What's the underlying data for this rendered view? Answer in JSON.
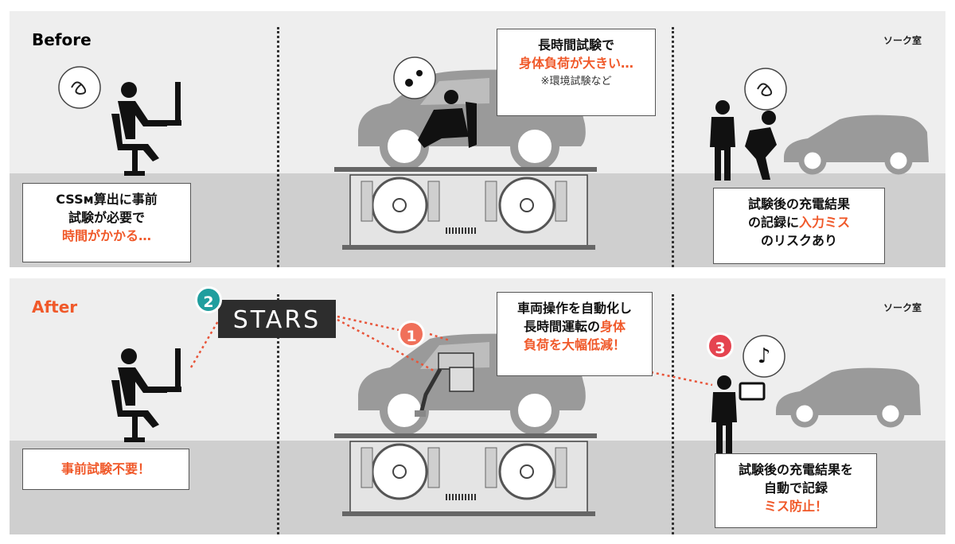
{
  "before": {
    "label": "Before",
    "room": "ソーク室",
    "left_bubble": {
      "line1": "CSSм算出に事前",
      "line2": "試験が必要で",
      "line3": "時間がかかる…"
    },
    "center_bubble": {
      "line1": "長時間試験で",
      "line2": "身体負荷が大きい…",
      "note": "※環境試験など"
    },
    "right_bubble": {
      "line1": "試験後の充電結果",
      "line2a": "の記録に",
      "line2b": "入力ミス",
      "line3": "のリスクあり"
    }
  },
  "after": {
    "label": "After",
    "room": "ソーク室",
    "logo_text": "STARS",
    "badges": [
      "1",
      "2",
      "3"
    ],
    "left_bubble": {
      "line1": "事前試験不要！"
    },
    "center_bubble": {
      "line1": "車両操作を自動化し",
      "line2a": "長時間運転の",
      "line2b": "身体",
      "line3": "負荷を大幅低減！"
    },
    "right_bubble": {
      "line1": "試験後の充電結果を",
      "line2": "自動で記録",
      "line3": "ミス防止！"
    },
    "music_icon": "♪"
  },
  "colors": {
    "accent": "#f0592a",
    "badge1": "#f0705a",
    "badge2": "#1f9e9e",
    "badge3": "#e54450"
  }
}
